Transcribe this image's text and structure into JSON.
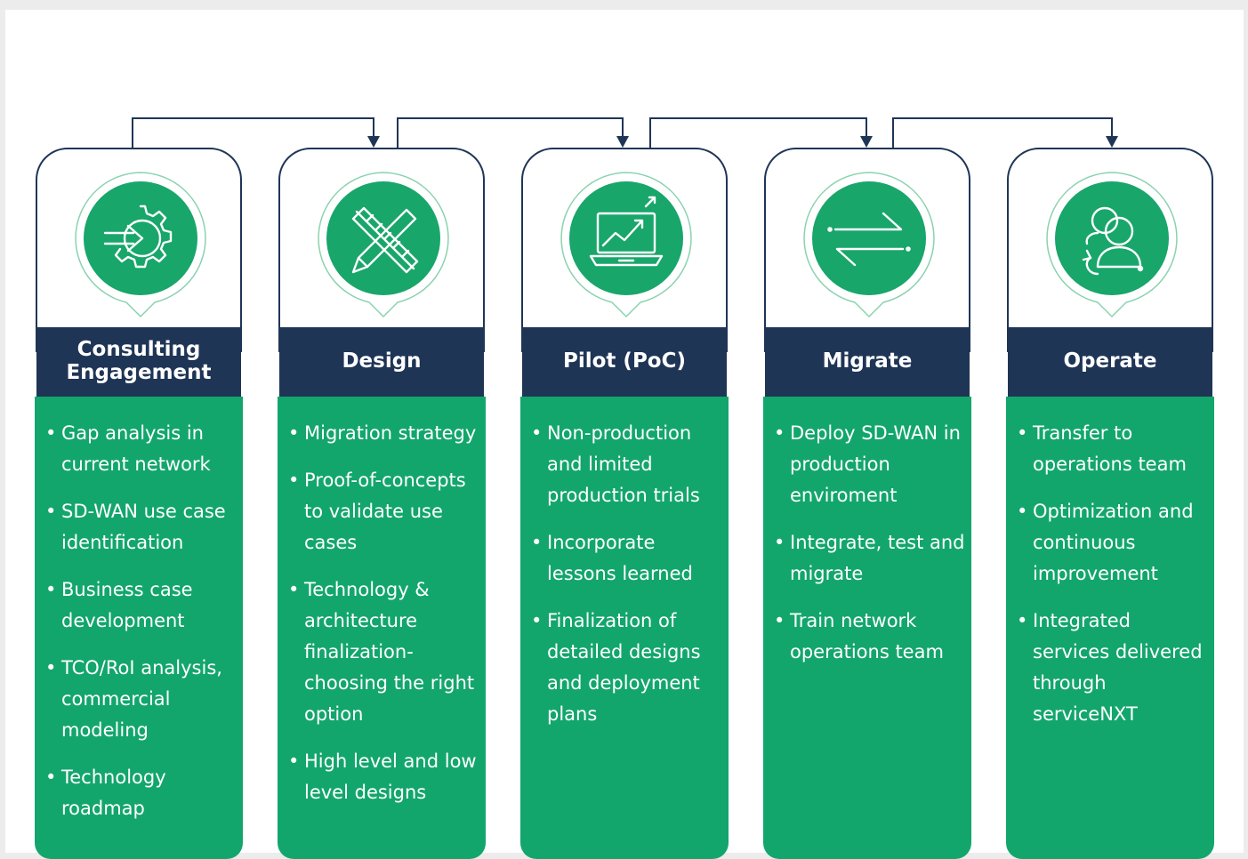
{
  "colors": {
    "navy": "#1f3556",
    "green": "#13a66c",
    "icon_green": "#18a66a",
    "ring": "#8ad3ae"
  },
  "stages": [
    {
      "title": "Consulting Engagement",
      "icon": "gear-arrow-icon",
      "bullets": [
        "Gap analysis in current network",
        "SD-WAN use case identification",
        "Business case development",
        "TCO/RoI analysis, commercial modeling",
        "Technology roadmap"
      ]
    },
    {
      "title": "Design",
      "icon": "pencil-ruler-icon",
      "bullets": [
        "Migration strategy",
        "Proof-of-concepts to validate use cases",
        "Technology & architecture finalization-choosing the right option",
        "High level and low level designs"
      ]
    },
    {
      "title": "Pilot (PoC)",
      "icon": "laptop-chart-icon",
      "bullets": [
        "Non-production and limited production trials",
        "Incorporate lessons learned",
        "Finalization of detailed designs and deployment plans"
      ]
    },
    {
      "title": "Migrate",
      "icon": "swap-arrows-icon",
      "bullets": [
        "Deploy SD-WAN in production enviroment",
        "Integrate, test and migrate",
        "Train network operations team"
      ]
    },
    {
      "title": "Operate",
      "icon": "users-cycle-icon",
      "bullets": [
        "Transfer to operations team",
        "Optimization and continuous improvement",
        "Integrated services delivered through serviceNXT"
      ]
    }
  ]
}
